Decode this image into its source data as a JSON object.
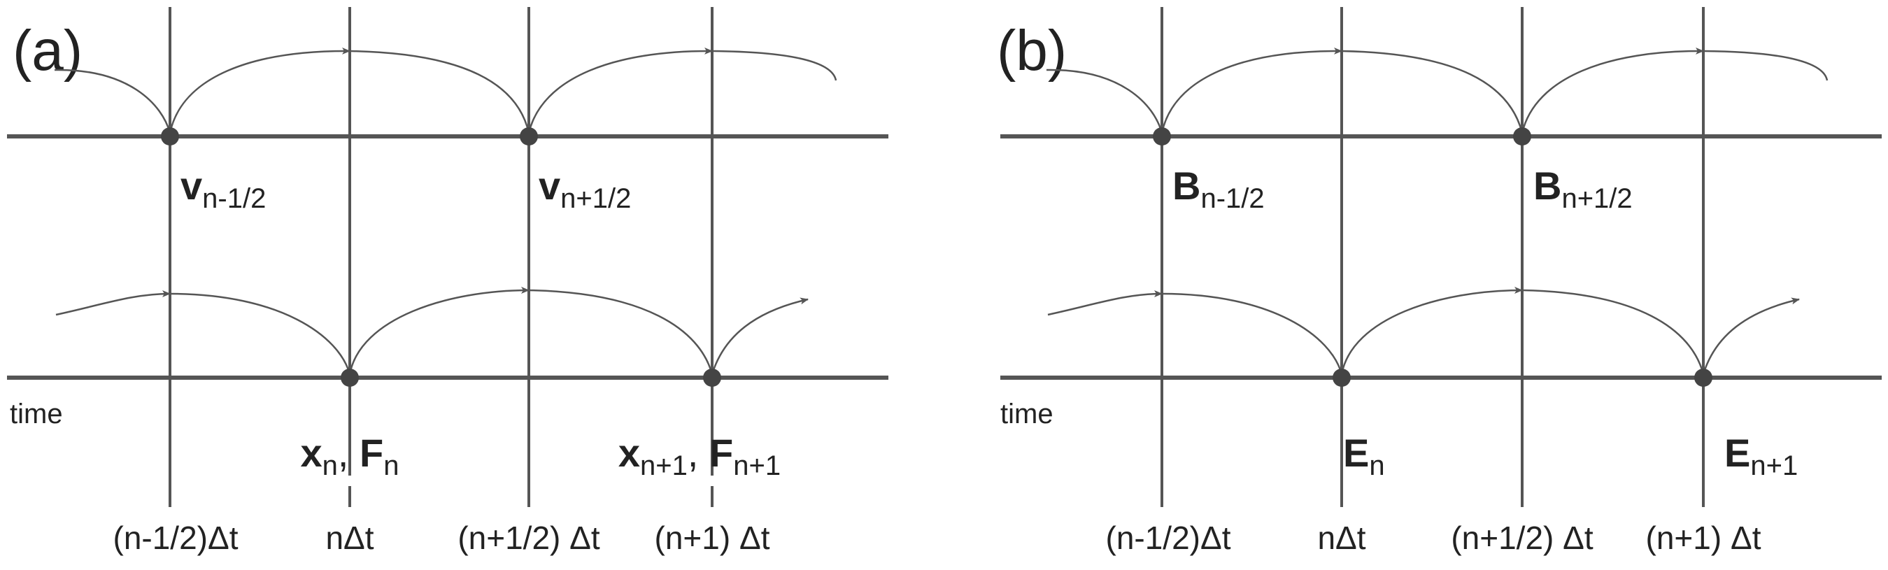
{
  "panels": [
    {
      "label": "(a)",
      "time_label": "time",
      "ticks": [
        "(n-1/2)Δt",
        "nΔt",
        "(n+1/2) Δt",
        "(n+1) Δt"
      ],
      "upper_vars": [
        {
          "sym": "v",
          "sub": "n-1/2"
        },
        {
          "sym": "v",
          "sub": "n+1/2"
        }
      ],
      "lower_vars": [
        {
          "parts": [
            {
              "sym": "x",
              "sub": "n"
            },
            {
              "sym": "F",
              "sub": "n"
            }
          ]
        },
        {
          "parts": [
            {
              "sym": "x",
              "sub": "n+1"
            },
            {
              "sym": "F",
              "sub": "n+1"
            }
          ]
        }
      ]
    },
    {
      "label": "(b)",
      "time_label": "time",
      "ticks": [
        "(n-1/2)Δt",
        "nΔt",
        "(n+1/2) Δt",
        "(n+1) Δt"
      ],
      "upper_vars": [
        {
          "sym": "B",
          "sub": "n-1/2"
        },
        {
          "sym": "B",
          "sub": "n+1/2"
        }
      ],
      "lower_vars": [
        {
          "parts": [
            {
              "sym": "E",
              "sub": "n"
            }
          ]
        },
        {
          "parts": [
            {
              "sym": "E",
              "sub": "n+1"
            }
          ]
        }
      ]
    }
  ],
  "colors": {
    "line": "#555555",
    "node": "#444444",
    "text": "#222222"
  }
}
